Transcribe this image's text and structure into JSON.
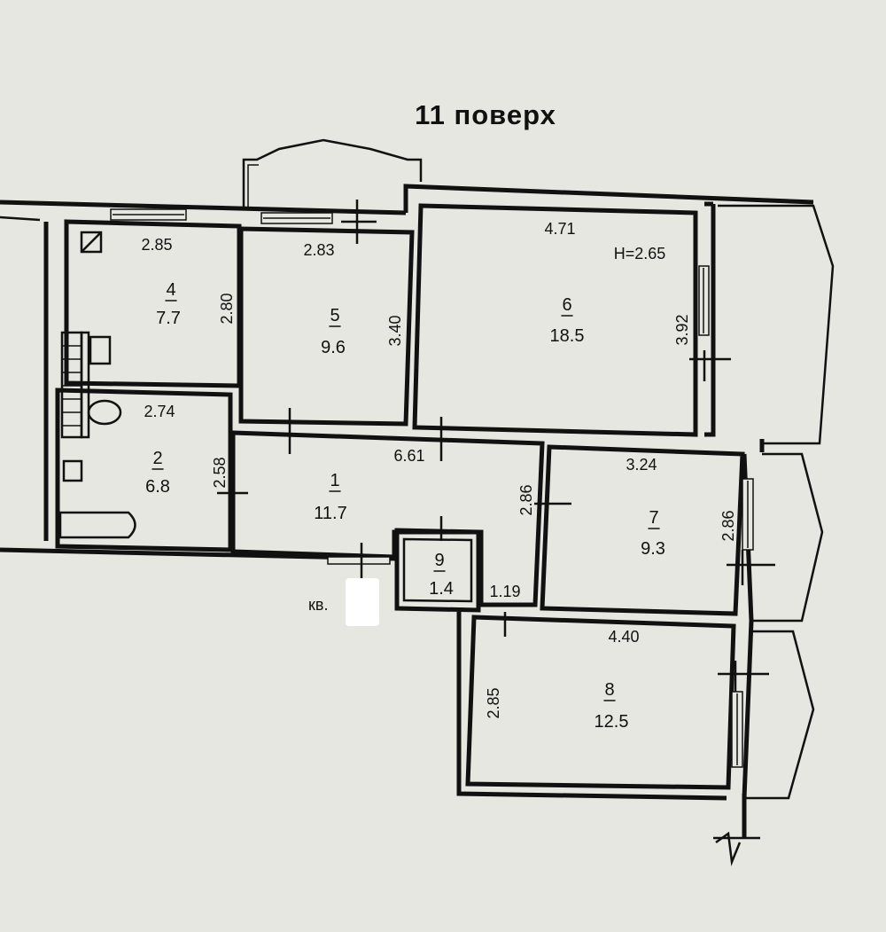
{
  "title": "11 поверх",
  "ceiling_height": "H=2.65",
  "apartment_label": "кв.",
  "rooms": [
    {
      "number": "1",
      "area": "11.7",
      "width": "6.61",
      "depth": "2.86"
    },
    {
      "number": "2",
      "area": "6.8",
      "width": "2.74",
      "depth": "2.58"
    },
    {
      "number": "4",
      "area": "7.7",
      "width": "2.85",
      "depth": "2.80"
    },
    {
      "number": "5",
      "area": "9.6",
      "width": "2.83",
      "depth": "3.40"
    },
    {
      "number": "6",
      "area": "18.5",
      "width": "4.71",
      "depth": "3.92"
    },
    {
      "number": "7",
      "area": "9.3",
      "width": "3.24",
      "depth": "2.86"
    },
    {
      "number": "8",
      "area": "12.5",
      "width": "4.40",
      "depth": "2.85"
    },
    {
      "number": "9",
      "area": "1.4",
      "width": "1.19",
      "depth": ""
    }
  ]
}
